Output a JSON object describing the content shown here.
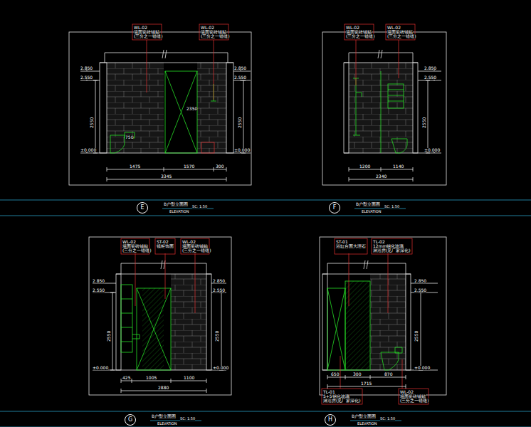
{
  "diagram": {
    "nodes": [
      {
        "text": [
          "E"
        ]
      },
      {
        "text": [
          "F"
        ]
      },
      {
        "text": [
          "G"
        ]
      },
      {
        "text": [
          "H"
        ]
      }
    ],
    "labels": [
      "WL-02",
      "墙面瓷砖铺贴",
      "(三分之一错缝)",
      "WL-02",
      "墙面瓷砖铺贴",
      "(三分之一错缝)",
      "2.850",
      "2.550",
      "2550",
      "±0.000",
      "2.850",
      "2.550",
      "2550",
      "±0.000",
      "1475",
      "1570",
      "300",
      "3345",
      "750",
      "2350",
      "B户型立面图",
      "ELEVATION",
      "SC: 1:50",
      "WL-02",
      "墙面瓷砖铺贴",
      "(三分之一错缝)",
      "WL-02",
      "墙面瓷砖铺贴",
      "(三分之一错缝)",
      "2.850",
      "2.550",
      "2550",
      "±0.000",
      "1200",
      "1140",
      "2340",
      "B户型立面图",
      "ELEVATION",
      "SC: 1:50",
      "WL-02",
      "墙面瓷砖铺贴",
      "(三分之一错缝)",
      "ST-02",
      "镜柜饰面",
      "WL-02",
      "墙面瓷砖铺贴",
      "(三分之一错缝)",
      "2.850",
      "2.550",
      "2550",
      "±0.000",
      "2.850",
      "2.550",
      "2550",
      "±0.000",
      "425",
      "1005",
      "1100",
      "2880",
      "B户型立面图",
      "ELEVATION",
      "SC: 1:50",
      "ST-01",
      "浴缸台面大理石",
      "TL-02",
      "12mm钢化玻璃",
      "淋浴房(见厂家深化)",
      "2.850",
      "2.550",
      "2550",
      "±0.000",
      "650",
      "300",
      "870",
      "1715",
      "TL-01",
      "5+5钢化玻璃",
      "淋浴房(见厂家深化)",
      "WL-02",
      "墙面瓷砖铺贴",
      "(三分之一错缝)",
      "B户型立面图",
      "ELEVATION",
      "SC: 1:50"
    ]
  }
}
